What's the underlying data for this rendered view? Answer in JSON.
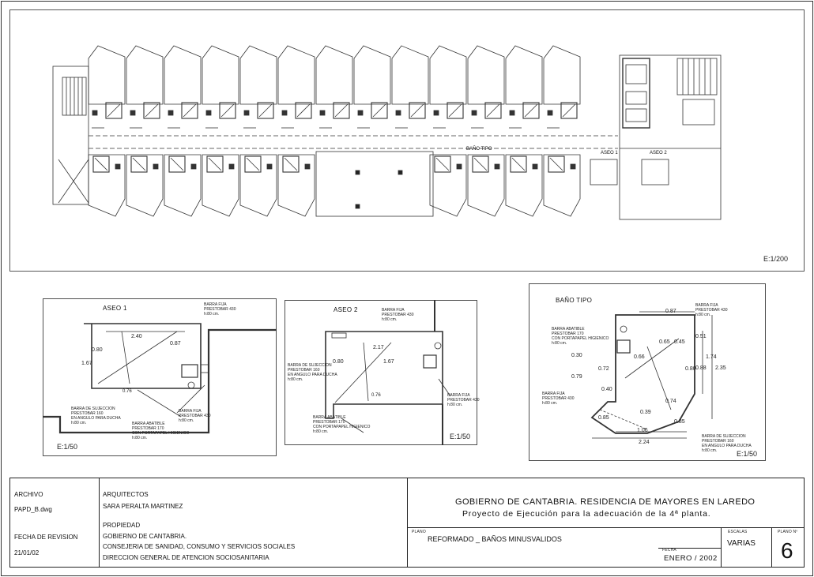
{
  "floor_plan": {
    "scale": "E:1/200",
    "room_labels": {
      "bano_tipo": "BAÑO TIPO",
      "aseo1": "ASEO 1",
      "aseo2": "ASEO 2"
    }
  },
  "detail_aseo1": {
    "title": "ASEO 1",
    "scale": "E:1/50",
    "dims": {
      "d1": "2.40",
      "d2": "0.87",
      "d3": "0.80",
      "d4": "1.67",
      "d5": "0.76"
    },
    "notes": {
      "n1": "BARRA FIJA\nPRESTOBAR 430\nh:80 cm.",
      "n2": "BARRA DE SUJECCION\nPRESTOBAR 160\nEN ANGULO PARA DUCHA\nh:80 cm.",
      "n3": "BARRA ABATIBLE\nPRESTOBAR 170\nCON PORTAPAPEL HIGIENICO\nh:80 cm.",
      "n4": "BARRA FIJA\nPRESTOBAR 430\nh:80 cm."
    }
  },
  "detail_aseo2": {
    "title": "ASEO 2",
    "scale": "E:1/50",
    "dims": {
      "d1": "2.17",
      "d2": "0.80",
      "d3": "1.67",
      "d4": "0.76"
    },
    "notes": {
      "n1": "BARRA FIJA\nPRESTOBAR 430\nh:80 cm.",
      "n2": "BARRA DE SUJECCION\nPRESTOBAR 160\nEN ANGULO PARA DUCHA\nh:80 cm.",
      "n3": "BARRA FIJA\nPRESTOBAR 430\nh:80 cm.",
      "n4": "BARRA ABATIBLE\nPRESTOBAR 170\nCON PORTAPAPEL HIGIENICO\nh:80 cm."
    }
  },
  "detail_bano": {
    "title": "BAÑO TIPO",
    "scale": "E:1/50",
    "dims": {
      "d1": "0.87",
      "d2": "0.65",
      "d3": "0.45",
      "d4": "0.51",
      "d5": "1.74",
      "d6": "2.35",
      "d7": "0.30",
      "d8": "0.66",
      "d9": "0.72",
      "d10": "0.80",
      "d11": "0.88",
      "d12": "0.79",
      "d13": "0.40",
      "d14": "0.74",
      "d15": "0.39",
      "d16": "0.85",
      "d17": "0.85",
      "d18": "1.06",
      "d19": "2.24"
    },
    "notes": {
      "n1": "BARRA FIJA\nPRESTOBAR 430\nh:80 cm.",
      "n2": "BARRA ABATIBLE\nPRESTOBAR 170\nCON PORTAPAPEL HIGIENICO\nh:80 cm.",
      "n3": "BARRA FIJA\nPRESTOBAR 430\nh:80 cm.",
      "n4": "BARRA DE SUJECCION\nPRESTOBAR 160\nEN ANGULO PARA DUCHA\nh:80 cm."
    }
  },
  "title_block": {
    "archivo_label": "ARCHIVO",
    "archivo_value": "PAPD_B.dwg",
    "fecha_revision_label": "FECHA DE REVISION",
    "fecha_revision_value": "21/01/02",
    "arquitectos_label": "ARQUITECTOS",
    "arquitectos_value": "SARA PERALTA MARTINEZ",
    "propiedad_label": "PROPIEDAD",
    "propiedad_lines": [
      "GOBIERNO DE CANTABRIA.",
      "CONSEJERIA DE SANIDAD, CONSUMO Y SERVICIOS SOCIALES",
      "DIRECCION GENERAL DE ATENCION SOCIOSANITARIA"
    ],
    "project_title": "GOBIERNO DE CANTABRIA. RESIDENCIA DE MAYORES EN LAREDO",
    "project_subtitle": "Proyecto de Ejecución para la adecuación de la 4ª planta.",
    "plano_label": "PLANO",
    "plano_value": "REFORMADO _ BAÑOS MINUSVALIDOS",
    "fecha_label": "FECHA",
    "fecha_value": "ENERO / 2002",
    "escalas_label": "ESCALAS",
    "escalas_value": "VARIAS",
    "plano_n_label": "PLANO Nº",
    "plano_n_value": "6"
  }
}
